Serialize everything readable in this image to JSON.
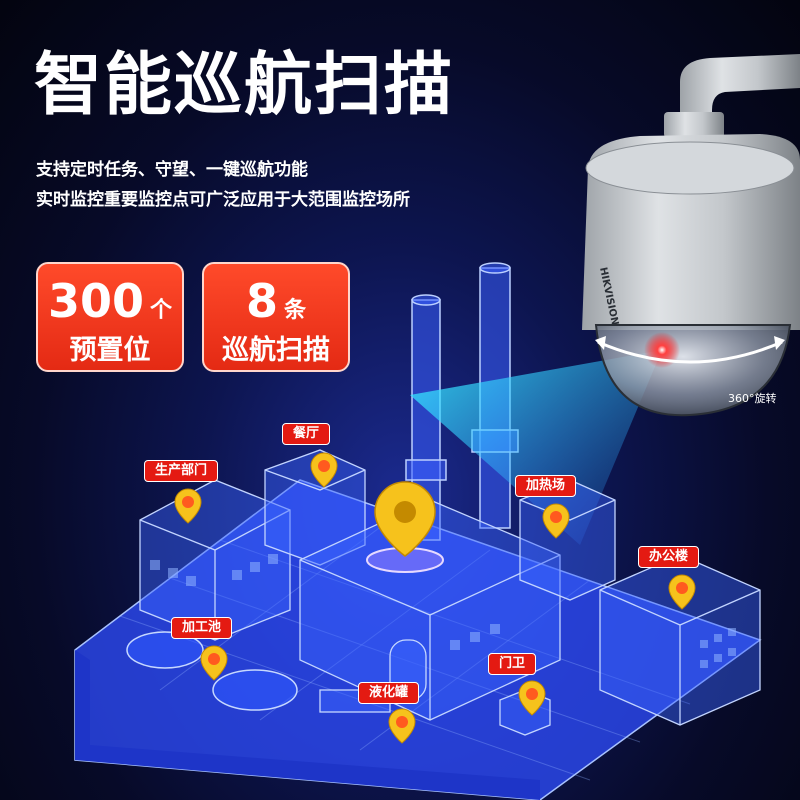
{
  "title": "智能巡航扫描",
  "subtitle_lines": [
    "支持定时任务、守望、一键巡航功能",
    "实时监控重要监控点可广泛应用于大范围监控场所"
  ],
  "badges": [
    {
      "number": "300",
      "unit": "个",
      "label": "预置位"
    },
    {
      "number": "8",
      "unit": "条",
      "label": "巡航扫描"
    }
  ],
  "camera": {
    "brand": "HIKVISION",
    "rotation_label": "360°旋转"
  },
  "locations": [
    {
      "label": "餐厅"
    },
    {
      "label": "生产部门"
    },
    {
      "label": "加热场"
    },
    {
      "label": "办公楼"
    },
    {
      "label": "加工池"
    },
    {
      "label": "门卫"
    },
    {
      "label": "液化罐"
    }
  ],
  "colors": {
    "accent_red": "#e41a12",
    "pin_yellow": "#f6c21c",
    "pin_dot": "#ff5a1f",
    "scene_blue": "#2a5cff"
  }
}
